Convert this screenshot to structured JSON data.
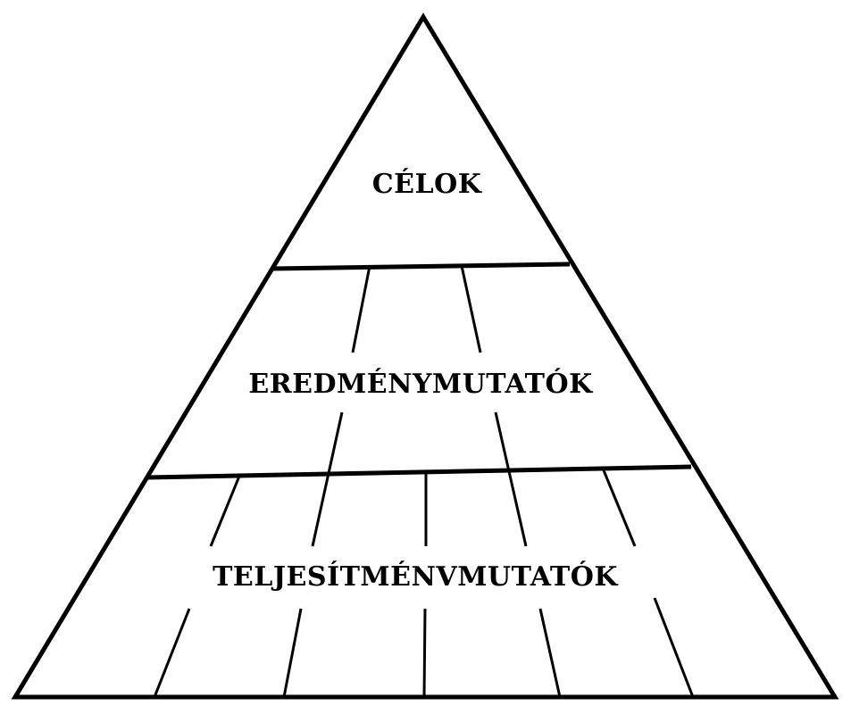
{
  "diagram": {
    "levels": [
      {
        "id": "top",
        "label": "CÉLOK"
      },
      {
        "id": "middle",
        "label": "EREDMÉNYMUTATÓK"
      },
      {
        "id": "bottom",
        "label": "TELJESÍTMÉNVMUTATÓK"
      }
    ],
    "colors": {
      "stroke": "#000000",
      "background": "#ffffff"
    }
  }
}
